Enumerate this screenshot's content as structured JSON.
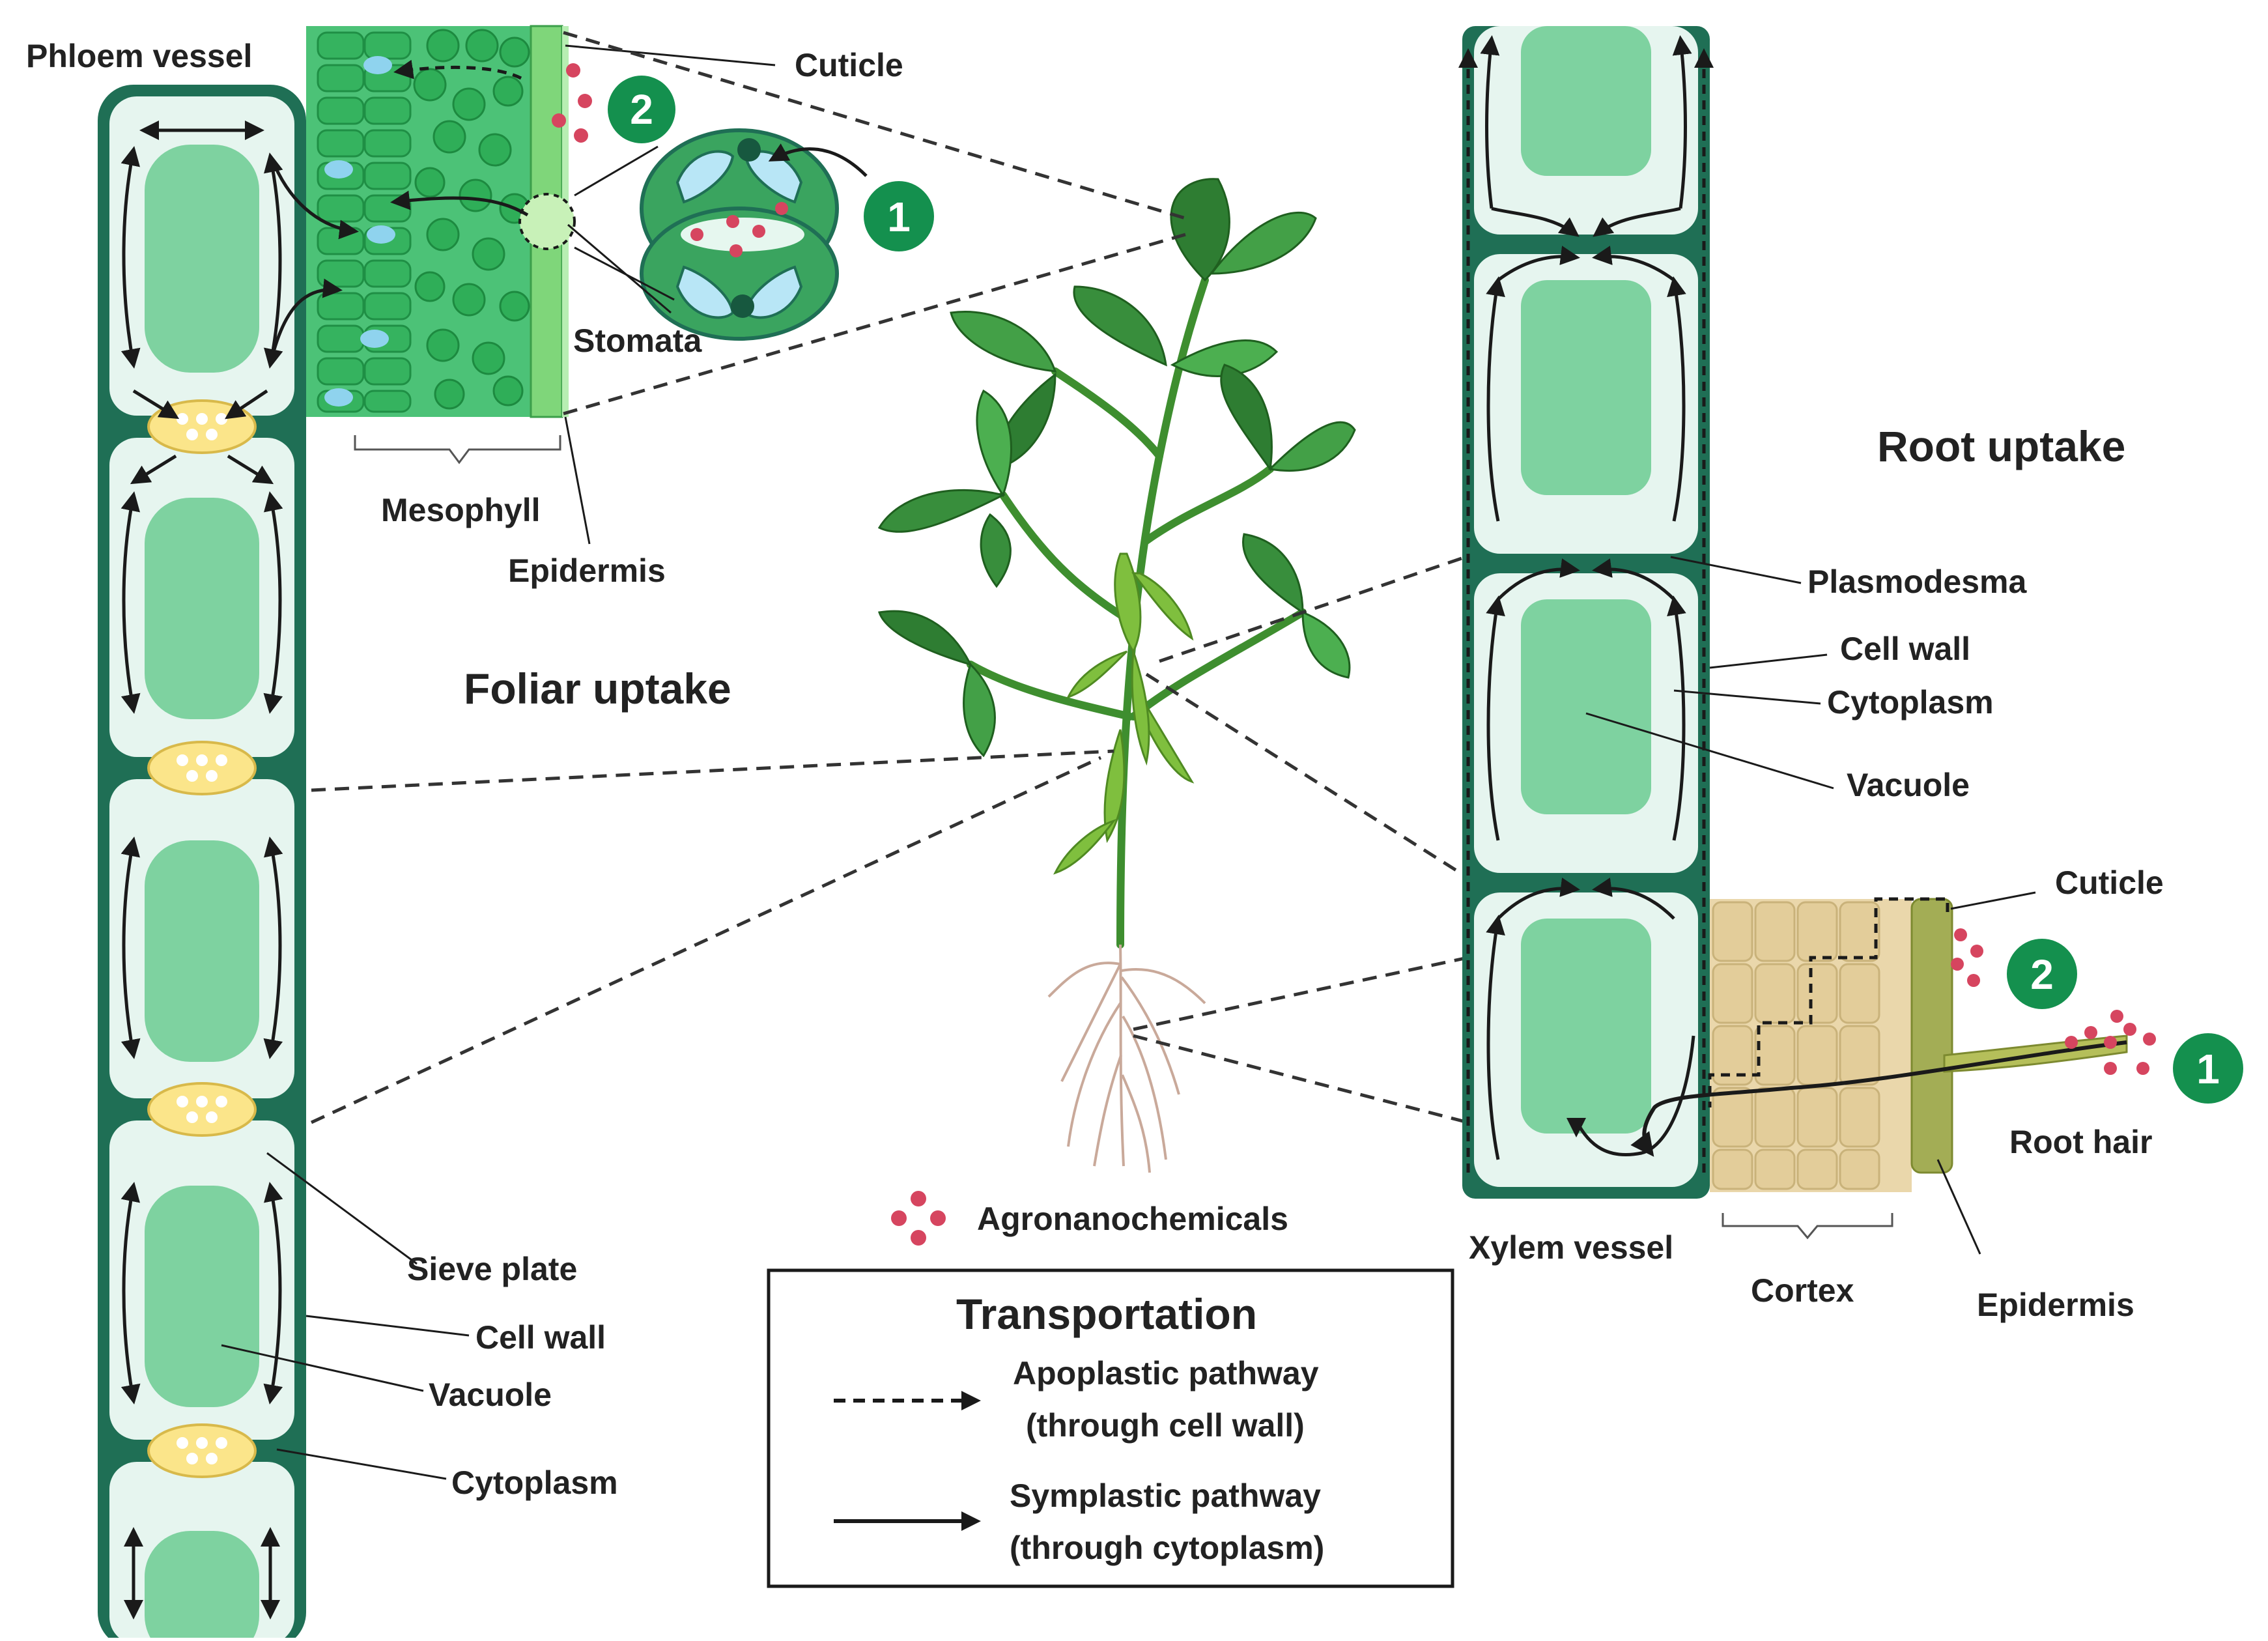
{
  "colors": {
    "cell_wall": "#1f6f55",
    "cytoplasm": "#e6f5ef",
    "vacuole": "#7ed2a0",
    "sieve_plate": "#fbe58a",
    "mesophyll": "#4cc277",
    "mesophyll_cell": "#35b35f",
    "epidermis": "#8fdc8c",
    "agronano": "#d6455f",
    "badge": "#14904e",
    "leaf": "#3f9a3a",
    "leaf_dark": "#2e7d32",
    "pod": "#7fbf3e",
    "root": "#c9a99a",
    "cortex": "#ead7ab",
    "root_epidermis": "#a3ad55",
    "arrow": "#1a1a1a"
  },
  "leaf_section": {
    "phloem_vessel": "Phloem vessel",
    "cuticle": "Cuticle",
    "stomata": "Stomata",
    "mesophyll": "Mesophyll",
    "epidermis": "Epidermis",
    "foliar_uptake": "Foliar uptake",
    "sieve_plate": "Sieve plate",
    "cell_wall": "Cell wall",
    "vacuole": "Vacuole",
    "cytoplasm": "Cytoplasm",
    "badge_1": "1",
    "badge_2": "2"
  },
  "root_section": {
    "root_uptake": "Root uptake",
    "plasmodesma": "Plasmodesma",
    "cell_wall": "Cell wall",
    "cytoplasm": "Cytoplasm",
    "vacuole": "Vacuole",
    "cuticle": "Cuticle",
    "root_hair": "Root hair",
    "xylem_vessel": "Xylem vessel",
    "cortex": "Cortex",
    "epidermis": "Epidermis",
    "badge_1": "1",
    "badge_2": "2"
  },
  "legend": {
    "agronanochemicals": "Agronanochemicals",
    "title": "Transportation",
    "apoplastic_line1": "Apoplastic pathway",
    "apoplastic_line2": "(through cell wall)",
    "symplastic_line1": "Symplastic pathway",
    "symplastic_line2": "(through cytoplasm)"
  }
}
